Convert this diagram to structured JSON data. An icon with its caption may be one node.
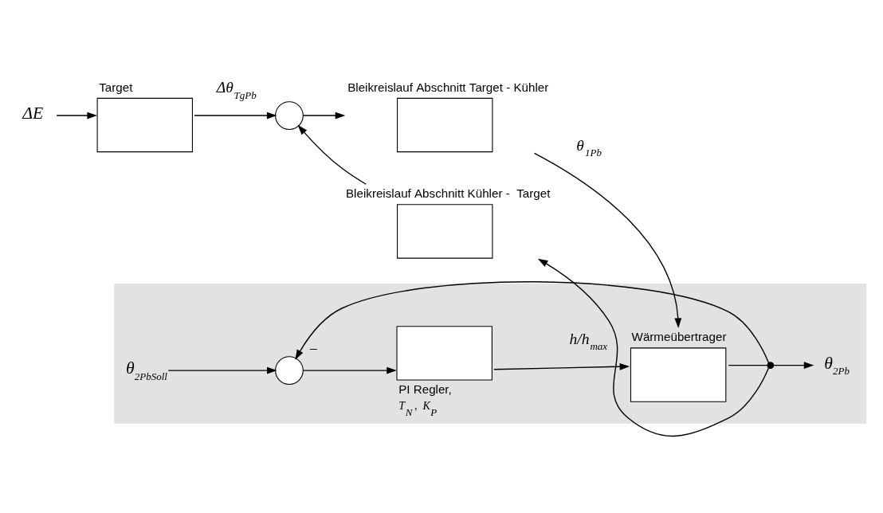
{
  "diagram": {
    "nodes": [
      {
        "text": [
          "ΔE"
        ]
      },
      {
        "text": [
          "Target"
        ]
      },
      {
        "text": [],
        "shape": "circle"
      },
      {
        "text": [
          "Bleikreislauf Abschnitt Kühler -  Target"
        ]
      },
      {
        "text": [
          "Bleikreislauf Abschnitt Target - Kühler"
        ]
      },
      {
        "text": [],
        "shape": "box"
      },
      {
        "text": [
          "θ$_{2PbSoll}$"
        ],
        "in": 5
      },
      {
        "text": [],
        "shape": "circle",
        "in": 5
      },
      {
        "text": [
          "PI Regler,",
          "T$_{N}$ ,  K$_{P}$"
        ],
        "in": 5
      },
      {
        "text": [
          "Wärmeübertrager"
        ],
        "in": 5
      },
      {
        "text": [],
        "shape": "circle",
        "in": 5
      },
      {
        "text": [
          "θ$_{2Pb}$"
        ],
        "in": 5
      }
    ],
    "edges": [
      {
        "from": 0,
        "to": 1,
        "arrow": "to"
      },
      {
        "from": 1,
        "to": 2,
        "arrow": "to",
        "label": "Δθ$_{TgPb}$"
      },
      {
        "from": 3,
        "to": 2,
        "arrow": "to"
      },
      {
        "from": 2,
        "to": 4,
        "arrow": "to"
      },
      {
        "from": 4,
        "to": 9,
        "arrow": "to",
        "label": "θ$_{1Pb}$"
      },
      {
        "from": 6,
        "to": 7,
        "arrow": "to"
      },
      {
        "from": 7,
        "to": 8,
        "arrow": "to"
      },
      {
        "from": 8,
        "to": 9,
        "arrow": "to",
        "label": "h/h$_{max}$"
      },
      {
        "from": 9,
        "to": 10,
        "arrow": "none"
      },
      {
        "from": 10,
        "to": 11,
        "arrow": "to"
      },
      {
        "from": 10,
        "to": 3,
        "arrow": "to"
      },
      {
        "from": 10,
        "to": 7,
        "arrow": "to",
        "label": "−"
      }
    ]
  }
}
